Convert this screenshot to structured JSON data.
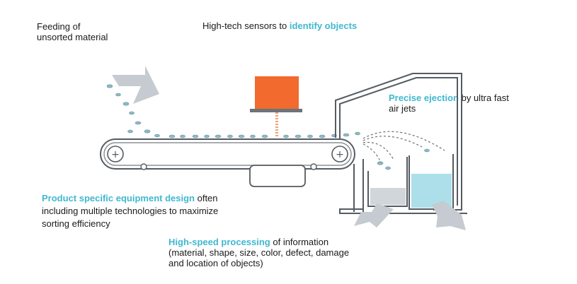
{
  "feeding": {
    "line1": "Feeding of",
    "line2": "unsorted material"
  },
  "sensors": {
    "text": "High-tech sensors to ",
    "highlight": "identify objects"
  },
  "ejection": {
    "highlight": "Precise ejection",
    "text1": " by ultra fast",
    "text2": "air jets"
  },
  "design": {
    "highlight": "Product specific equipment design",
    "text1": " often",
    "line2": "including multiple technologies to maximize",
    "line3": "sorting efficiency"
  },
  "processing": {
    "highlight": "High-speed processing",
    "text1": " of information",
    "line2": "(material, shape, size, color, defect, damage",
    "line3": "and location of objects)"
  },
  "conveyor": {
    "left_pulley_symbol": "+",
    "right_pulley_symbol": "+"
  },
  "colors": {
    "highlight": "#3fb8cf",
    "sensor": "#f26a2e",
    "arrow": "#c5cbd0",
    "line": "#555b61",
    "particle": "#8fb9c8",
    "sorted_particles": "#9fd9e6"
  },
  "icons": [
    "feed-arrow-icon",
    "sensor-box-icon",
    "air-jet-icon",
    "output-arrow-icon"
  ]
}
